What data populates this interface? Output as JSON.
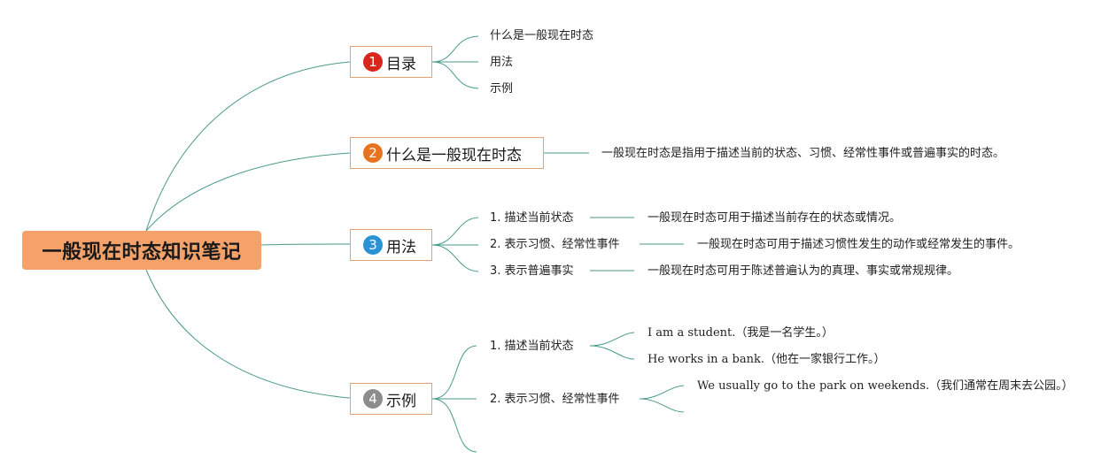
{
  "root": {
    "label": "一般现在时态知识笔记"
  },
  "branches": [
    {
      "number": "1",
      "label": "目录",
      "badge_color": "#d9261c",
      "items": [
        "什么是一般现在时态",
        "用法",
        "示例"
      ]
    },
    {
      "number": "2",
      "label": "什么是一般现在时态",
      "badge_color": "#e8731f",
      "definition": "一般现在时态是指用于描述当前的状态、习惯、经常性事件或普遍事实的时态。"
    },
    {
      "number": "3",
      "label": "用法",
      "badge_color": "#2a93d5",
      "items": [
        {
          "title": "1. 描述当前状态",
          "detail": "一般现在时态可用于描述当前存在的状态或情况。"
        },
        {
          "title": "2. 表示习惯、经常性事件",
          "detail": "一般现在时态可用于描述习惯性发生的动作或经常发生的事件。"
        },
        {
          "title": "3. 表示普遍事实",
          "detail": "一般现在时态可用于陈述普遍认为的真理、事实或常规规律。"
        }
      ]
    },
    {
      "number": "4",
      "label": "示例",
      "badge_color": "#8c8c8c",
      "items": [
        {
          "title": "1. 描述当前状态",
          "examples": [
            "I am a student.（我是一名学生。）",
            "He works in a bank.（他在一家银行工作。）"
          ]
        },
        {
          "title": "2. 表示习惯、经常性事件",
          "examples": [
            "We usually go to the park on weekends.（我们通常在周末去公园。）"
          ]
        }
      ]
    }
  ]
}
